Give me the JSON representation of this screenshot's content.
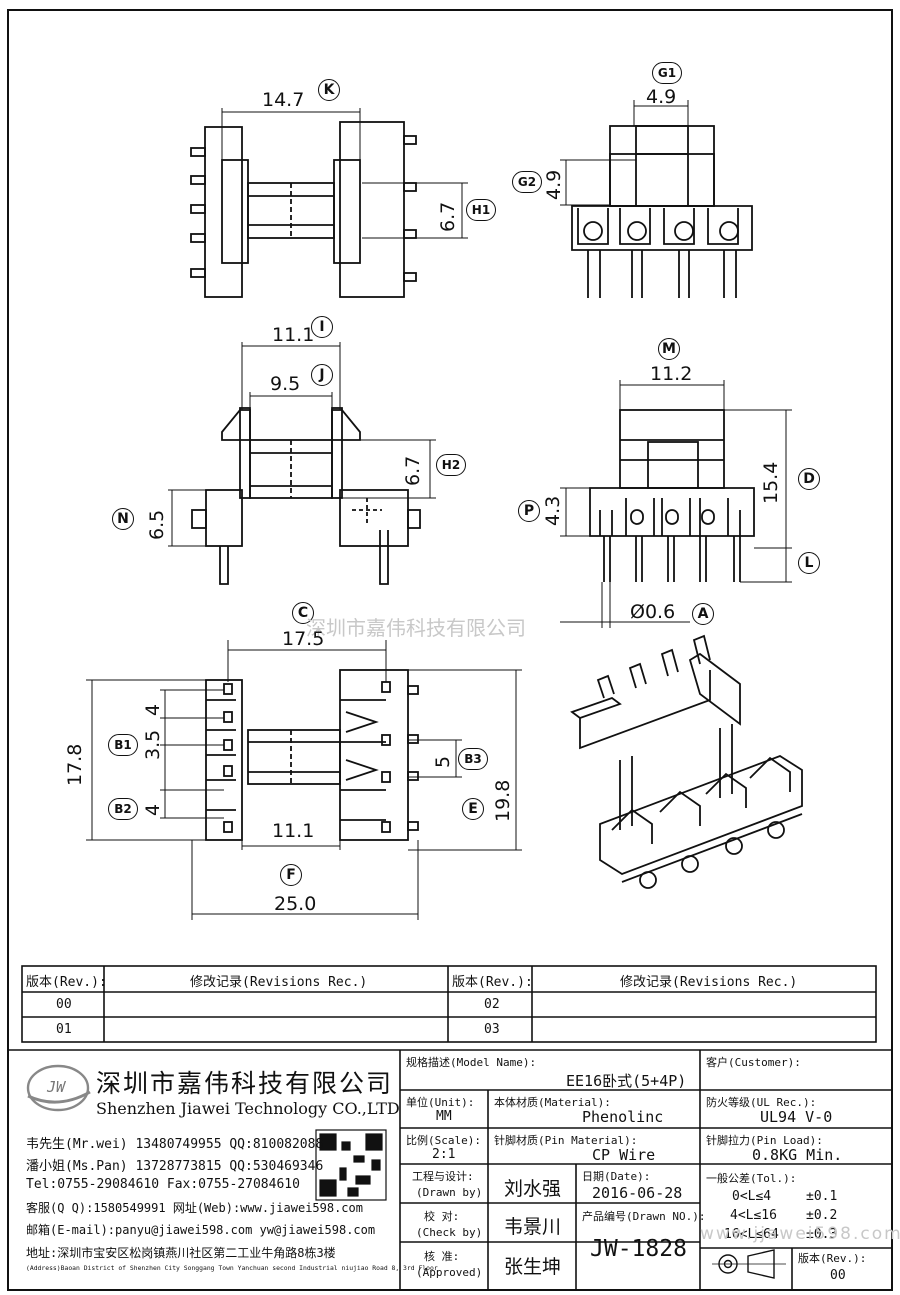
{
  "dimensions": {
    "k": "14.7",
    "g1": "4.9",
    "g2": "4.9",
    "h1": "6.7",
    "i": "11.1",
    "j": "9.5",
    "h2": "6.7",
    "n": "6.5",
    "m": "11.2",
    "d": "15.4",
    "p": "4.3",
    "a": "Ø0.6",
    "c": "17.5",
    "b1_top": "4",
    "b1": "3.5",
    "b2": "4",
    "b_total": "17.8",
    "b3": "5",
    "e": "19.8",
    "bottom_inner": "11.1",
    "f": "25.0"
  },
  "tags": {
    "k": "K",
    "g1": "G1",
    "g2": "G2",
    "h1": "H1",
    "i": "I",
    "j": "J",
    "h2": "H2",
    "n": "N",
    "m": "M",
    "d": "D",
    "p": "P",
    "l": "L",
    "a": "A",
    "c": "C",
    "b1": "B1",
    "b2": "B2",
    "b3": "B3",
    "e": "E",
    "f": "F"
  },
  "watermark": "深圳市嘉伟科技有限公司",
  "watermark2": "www.jjawei598.com",
  "revisions": {
    "rev_header": "版本(Rev.):",
    "rec_header": "修改记录(Revisions Rec.)",
    "rows": [
      "00",
      "01",
      "02",
      "03"
    ]
  },
  "company": {
    "logo": "JW",
    "name_cn": "深圳市嘉伟科技有限公司",
    "name_en": "Shenzhen Jiawei Technology CO.,LTD",
    "contacts": [
      "韦先生(Mr.wei) 13480749955 QQ:810082088",
      "潘小姐(Ms.Pan) 13728773815 QQ:530469346",
      "Tel:0755-29084610      Fax:0755-27084610",
      "客服(Q Q):1580549991   网址(Web):www.jiawei598.com",
      "邮箱(E-mail):panyu@jiawei598.com   yw@jiawei598.com"
    ],
    "address_cn": "地址:深圳市宝安区松岗镇燕川社区第二工业牛角路8栋3楼",
    "address_en": "(Address)Baoan District of Shenzhen City Songgang Town Yanchuan  second Industrial niujiao Road 8, 3rd Floor"
  },
  "title_block": {
    "model_label": "规格描述(Model Name):",
    "model_value": "EE16卧式(5+4P)",
    "customer_label": "客户(Customer):",
    "unit_label": "单位(Unit):",
    "unit_value": "MM",
    "material_label": "本体材质(Material):",
    "material_value": "Phenolinc",
    "ul_label": "防火等级(UL Rec.):",
    "ul_value": "UL94 V-0",
    "scale_label": "比例(Scale):",
    "scale_value": "2:1",
    "pin_material_label": "针脚材质(Pin Material):",
    "pin_material_value": "CP Wire",
    "pin_load_label": "针脚拉力(Pin Load):",
    "pin_load_value": "0.8KG Min.",
    "drawn_label": "工程与设计:",
    "drawn_sub": "(Drawn by)",
    "drawn_value": "刘水强",
    "date_label": "日期(Date):",
    "date_value": "2016-06-28",
    "check_label": "校  对:",
    "check_sub": "(Check by)",
    "check_value": "韦景川",
    "drawn_no_label": "产品编号(Drawn NO.):",
    "drawn_no_value": "JW-1828",
    "approved_label": "核  准:",
    "approved_sub": "(Approved)",
    "approved_value": "张生坤",
    "tol_label": "一般公差(Tol.):",
    "tol_rows": [
      {
        "range": "0<L≤4",
        "value": "±0.1"
      },
      {
        "range": "4<L≤16",
        "value": "±0.2"
      },
      {
        "range": "16<L≤64",
        "value": "±0.3"
      }
    ],
    "rev_label": "版本(Rev.):",
    "rev_value": "00"
  }
}
